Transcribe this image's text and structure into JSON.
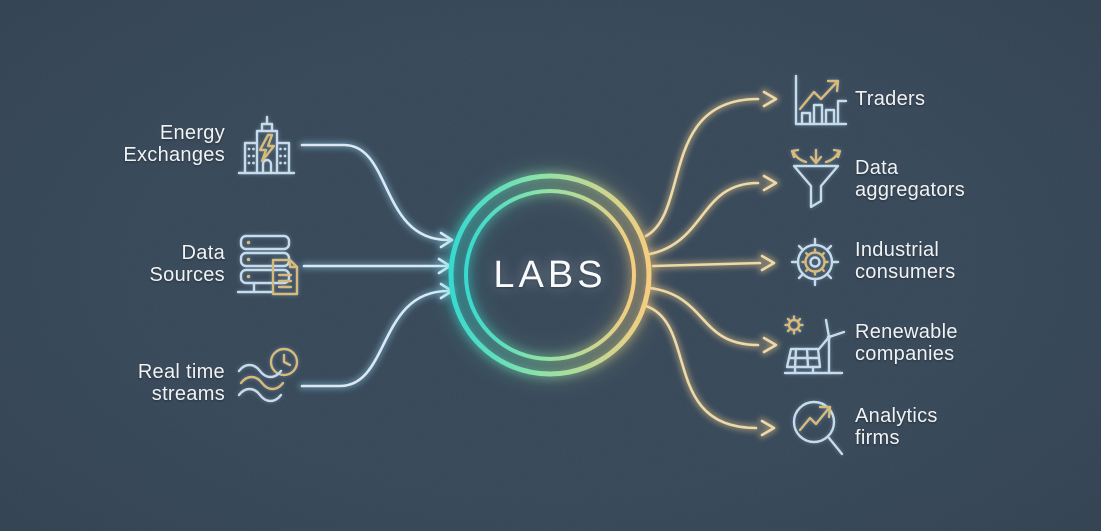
{
  "center": {
    "label": "LABS"
  },
  "inputs": [
    {
      "id": "energy-exchanges",
      "label_lines": [
        "Energy",
        "Exchanges"
      ],
      "icon": "building-bolt-icon"
    },
    {
      "id": "data-sources",
      "label_lines": [
        "Data",
        "Sources"
      ],
      "icon": "server-stack-document-icon"
    },
    {
      "id": "real-time-streams",
      "label_lines": [
        "Real time",
        "streams"
      ],
      "icon": "waves-clock-icon"
    }
  ],
  "outputs": [
    {
      "id": "traders",
      "label_lines": [
        "Traders"
      ],
      "icon": "bar-chart-arrow-icon"
    },
    {
      "id": "data-aggregators",
      "label_lines": [
        "Data",
        "aggregators"
      ],
      "icon": "funnel-arrows-icon"
    },
    {
      "id": "industrial-consumers",
      "label_lines": [
        "Industrial",
        "consumers"
      ],
      "icon": "gear-icon"
    },
    {
      "id": "renewable-companies",
      "label_lines": [
        "Renewable",
        "companies"
      ],
      "icon": "solar-wind-sun-icon"
    },
    {
      "id": "analytics-firms",
      "label_lines": [
        "Analytics",
        "firms"
      ],
      "icon": "magnifier-trend-icon"
    }
  ],
  "colors": {
    "background": "#364758",
    "background_edge": "#30404f",
    "text": "#f0f3f5",
    "input_line": "#dce9f5",
    "output_line": "#eed9a7",
    "ring_start": "#33d9cf",
    "ring_mid": "#8be3a6",
    "ring_end": "#f6cc7d",
    "icon_blue": "#c6dbeb",
    "icon_gold": "#d8b977"
  }
}
